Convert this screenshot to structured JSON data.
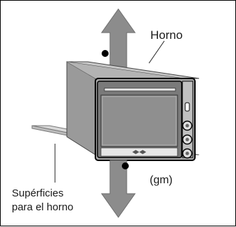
{
  "labels": {
    "oven": "Horno",
    "clearance": "(gm)",
    "surfaces_line1": "Supérficies",
    "surfaces_line2": "para el horno"
  },
  "colors": {
    "arrow": "#8c8c8c",
    "oven_body_front": "#9a9a9a",
    "oven_body_top": "#c8c8c8",
    "oven_glass": "#8f8f8f",
    "surface": "#d9d9d9",
    "outline": "#000000"
  }
}
